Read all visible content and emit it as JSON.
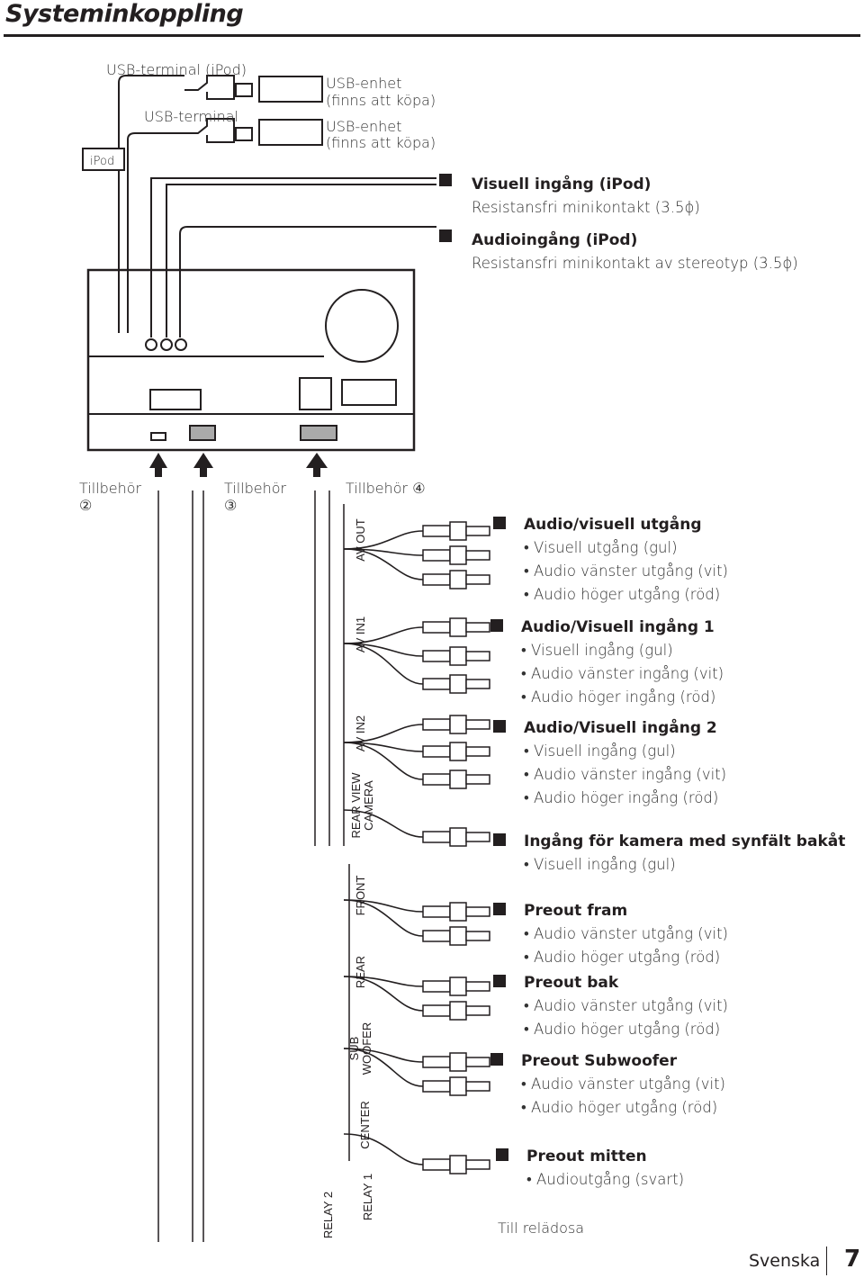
{
  "title": "Systeminkoppling",
  "usb": {
    "ipod_terminal": "USB-terminal (iPod)",
    "terminal": "USB-terminal",
    "device_line1": "USB-enhet",
    "device_line2": "(finns att köpa)",
    "ipod_box": "iPod"
  },
  "top_sections": [
    {
      "heading": "Visuell ingång (iPod)",
      "sub": "Resistansfri minikontakt (3.5ϕ)"
    },
    {
      "heading": "Audioingång (iPod)",
      "sub": "Resistansfri minikontakt av stereotyp (3.5ϕ)"
    }
  ],
  "accessories": {
    "a2": "Tillbehör",
    "a2_num": "②",
    "a3": "Tillbehör",
    "a3_num": "③",
    "a4": "Tillbehör ④"
  },
  "cable_labels": [
    "AV OUT",
    "AV IN1",
    "AV IN2",
    "REAR VIEW",
    "CAMERA",
    "FRONT",
    "REAR",
    "SUB",
    "WOOFER",
    "CENTER",
    "RELAY 1",
    "RELAY 2"
  ],
  "sections": [
    {
      "heading": "Audio/visuell utgång",
      "items": [
        "• Visuell utgång (gul)",
        "• Audio vänster utgång (vit)",
        "• Audio höger utgång (röd)"
      ]
    },
    {
      "heading": "Audio/Visuell ingång 1",
      "items": [
        "• Visuell ingång (gul)",
        "• Audio vänster ingång (vit)",
        "• Audio höger ingång (röd)"
      ]
    },
    {
      "heading": "Audio/Visuell ingång 2",
      "items": [
        "• Visuell ingång (gul)",
        "• Audio vänster ingång (vit)",
        "• Audio höger ingång (röd)"
      ]
    },
    {
      "heading": "Ingång för kamera med synfält bakåt",
      "items": [
        "• Visuell ingång (gul)"
      ]
    },
    {
      "heading": "Preout fram",
      "items": [
        "• Audio vänster utgång (vit)",
        "• Audio höger utgång (röd)"
      ]
    },
    {
      "heading": "Preout bak",
      "items": [
        "• Audio vänster utgång (vit)",
        "• Audio höger utgång (röd)"
      ]
    },
    {
      "heading": "Preout Subwoofer",
      "items": [
        "• Audio vänster utgång (vit)",
        "• Audio höger utgång (röd)"
      ]
    },
    {
      "heading": "Preout mitten",
      "items": [
        "• Audioutgång (svart)"
      ]
    }
  ],
  "relay_box": "Till relädosa",
  "footer": {
    "language": "Svenska",
    "page": "7"
  }
}
